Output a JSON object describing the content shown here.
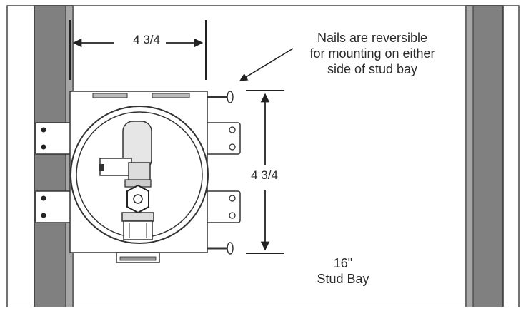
{
  "dimensions": {
    "width_label": "4 3/4",
    "height_label": "4 3/4"
  },
  "callout": {
    "lines": [
      "Nails are reversible",
      "for mounting on either",
      "side of stud bay"
    ]
  },
  "stud_bay": {
    "size": "16\"",
    "label": "Stud Bay"
  },
  "colors": {
    "stud": "#808080",
    "outline": "#333333",
    "box_fill": "#ffffff",
    "valve_fill": "#e6e6e6"
  }
}
